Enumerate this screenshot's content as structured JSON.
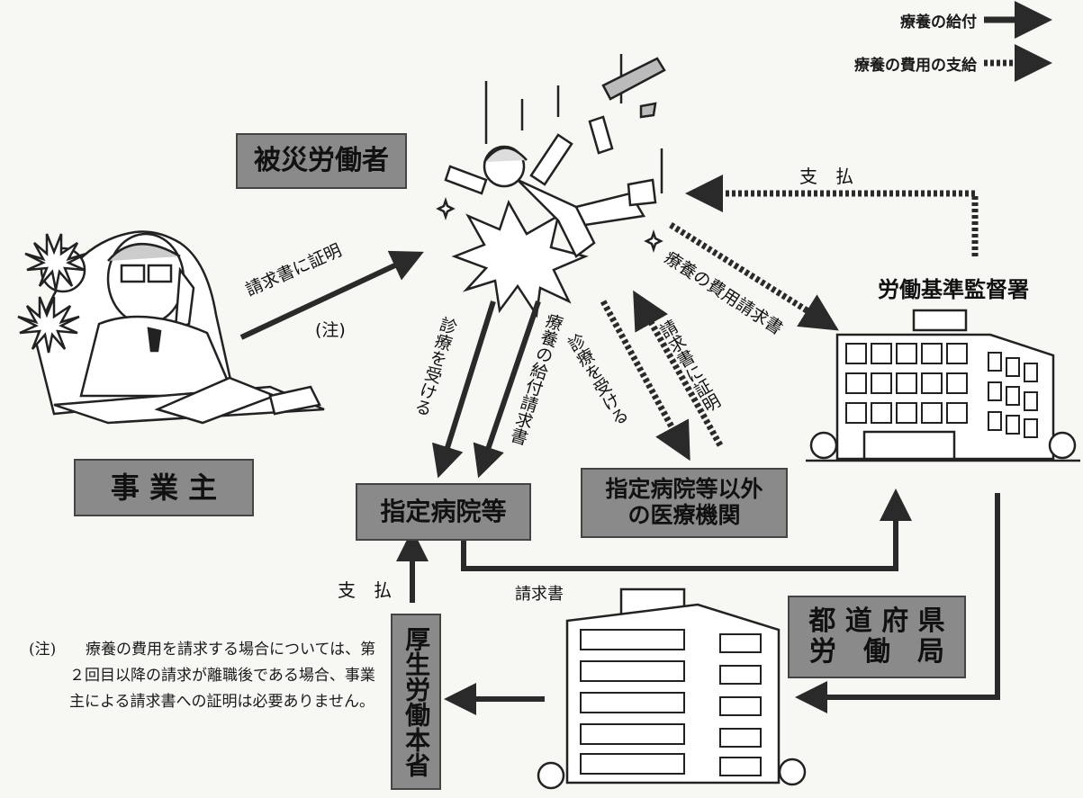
{
  "legend": {
    "care_benefit": "療養の給付",
    "care_expense": "療養の費用の支給"
  },
  "boxes": {
    "injured_worker": "被災労働者",
    "employer": "事 業 主",
    "designated_hospital": "指定病院等",
    "other_medical_line1": "指定病院等以外",
    "other_medical_line2": "の医療機関",
    "prefectural_bureau_line1": "都 道 府 県",
    "prefectural_bureau_line2": "労　働　局",
    "ministry": "厚生労働本省"
  },
  "labels": {
    "labor_office": "労働基準監督署",
    "cert_on_claim": "請求書に証明",
    "note_marker": "(注)",
    "receive_treatment": "診療を受ける",
    "benefit_claim_form": "療養の給付請求書",
    "receive_treatment_2": "診療を受ける",
    "cert_on_claim_2": "請求書に証明",
    "expense_claim_form": "療養の費用請求書",
    "payment_top": "支　払",
    "payment_bottom": "支　払",
    "claim_form": "請求書"
  },
  "note": {
    "marker": "(注)",
    "text": "療養の費用を請求する場合については、第２回目以降の請求が離職後である場合、事業主による請求書への証明は必要ありません。"
  },
  "colors": {
    "box_fill": "#8a8a8a",
    "arrow": "#2a2a2a"
  }
}
